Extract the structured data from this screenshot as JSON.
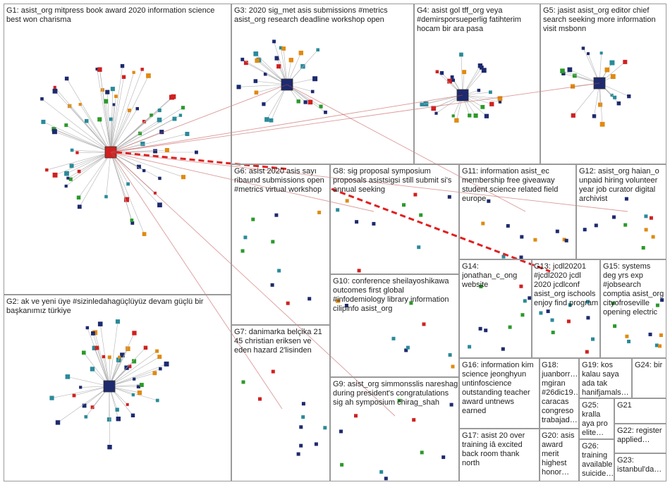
{
  "groups": [
    {
      "id": "G1",
      "text": "G1: asist_org mitpress book award 2020 information science best won charisma"
    },
    {
      "id": "G2",
      "text": "G2: ak ve yeni üye #sizinledahagüçlüyüz devam güçlü bir başkanımız türkiye"
    },
    {
      "id": "G3",
      "text": "G3: 2020 sig_met asis submissions #metrics asist_org research deadline workshop open"
    },
    {
      "id": "G4",
      "text": "G4: asist gol tff_org veya #demirsporsueperlig fatihterim hocam bir ara pasa"
    },
    {
      "id": "G5",
      "text": "G5: jasist asist_org editor chief search seeking more information visit msbonn"
    },
    {
      "id": "G6",
      "text": "G6: asist 2020 asis sayı ribaund submissions open #metrics virtual workshop"
    },
    {
      "id": "G7",
      "text": "G7: danimarka belçika 21 45 christian eriksen ve eden hazard 2'lisinden"
    },
    {
      "id": "G8",
      "text": "G8: sig proposal symposium proposals asistsigsi still submit si's annual seeking"
    },
    {
      "id": "G9",
      "text": "G9: asist_org simmonsslis nareshag during president's congratulations sig ah symposium chirag_shah"
    },
    {
      "id": "G10",
      "text": "G10: conference sheilayoshikawa outcomes first global #infodemiology library information cilipinfo asist_org"
    },
    {
      "id": "G11",
      "text": "G11: information asist_ec membership free giveaway student science related field europe"
    },
    {
      "id": "G12",
      "text": "G12: asist_org haian_o unpaid hiring volunteer year job curator digital archivist"
    },
    {
      "id": "G13",
      "text": "G13: jcdl20201 #jcdl2020 jcdl 2020 jcdlconf asist_org ischools enjoy find program"
    },
    {
      "id": "G14",
      "text": "G14: jonathan_c_ong website"
    },
    {
      "id": "G15",
      "text": "G15: systems deg yrs exp #jobsearch comptia asist_org cityofroseville opening electric"
    },
    {
      "id": "G16",
      "text": "G16: information kim science jeonghyun untinfoscience outstanding teacher award untnews earned"
    },
    {
      "id": "G17",
      "text": "G17: asist 20 over training iâ excited back room thank north"
    },
    {
      "id": "G18",
      "text": "G18: juanborr… mgiran #26dic19… caracas congreso trabajad…"
    },
    {
      "id": "G19",
      "text": "G19: kos kalau saya ada tak hanifjamals…"
    },
    {
      "id": "G20",
      "text": "G20: asis award merit highest honor…"
    },
    {
      "id": "G21",
      "text": "G21"
    },
    {
      "id": "G22",
      "text": "G22: register applied…"
    },
    {
      "id": "G23",
      "text": "G23: istanbul'da…"
    },
    {
      "id": "G24",
      "text": "G24: bir"
    },
    {
      "id": "G25",
      "text": "G25: kralla aya pro elite…"
    },
    {
      "id": "G26",
      "text": "G26: training available suicide…"
    }
  ],
  "colors": {
    "border": "#9a9a9a",
    "edge": "#b3b3b3",
    "edge_strong": "#c04848",
    "edge_bold": "#e02020",
    "node_dark": "#1d2a6e",
    "node_green": "#2a9a2a",
    "node_red": "#d02020",
    "node_orange": "#e08a10",
    "node_teal": "#2a8a9a"
  }
}
